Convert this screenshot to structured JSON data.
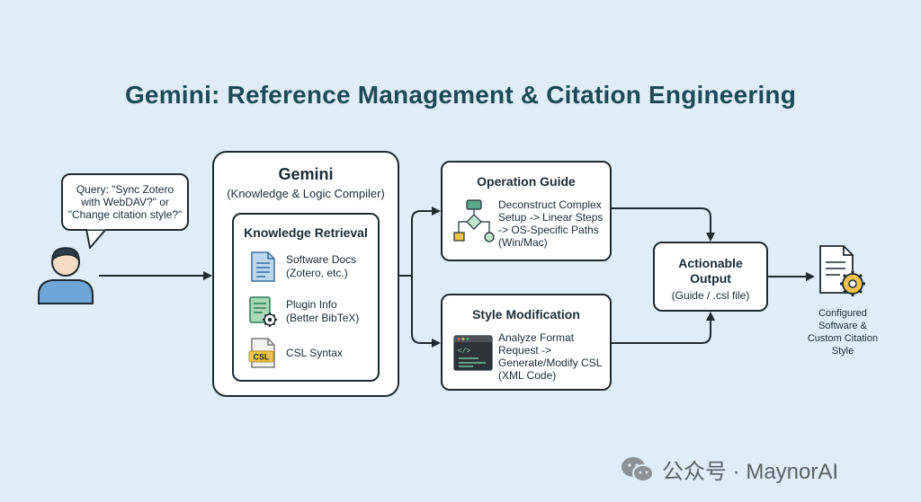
{
  "title": "Gemini: Reference Management & Citation Engineering",
  "user": {
    "query_lines": [
      "Query: \"Sync Zotero",
      "with WebDAV?\" or",
      "\"Change citation style?\""
    ]
  },
  "gemini": {
    "title": "Gemini",
    "subtitle": "(Knowledge & Logic Compiler)",
    "knowledge": {
      "title": "Knowledge Retrieval",
      "items": [
        {
          "lines": [
            "Software Docs",
            "(Zotero, etc.)"
          ],
          "icon": "document-icon"
        },
        {
          "lines": [
            "Plugin Info",
            "(Better BibTeX)"
          ],
          "icon": "plugin-gear-icon"
        },
        {
          "lines": [
            "CSL Syntax"
          ],
          "icon": "csl-file-icon",
          "icon_label": "CSL"
        }
      ]
    }
  },
  "operation_guide": {
    "title": "Operation Guide",
    "lines": [
      "Deconstruct Complex",
      "Setup -> Linear Steps",
      "-> OS-Specific Paths",
      "(Win/Mac)"
    ],
    "icon": "flowchart-icon"
  },
  "style_modification": {
    "title": "Style Modification",
    "lines": [
      "Analyze Format",
      "Request ->",
      "Generate/Modify CSL",
      "(XML Code)"
    ],
    "icon": "code-editor-icon",
    "icon_label": "</>"
  },
  "output": {
    "title_lines": [
      "Actionable",
      "Output"
    ],
    "subtitle": "(Guide / .csl file)"
  },
  "result": {
    "lines": [
      "Configured",
      "Software &",
      "Custom Citation",
      "Style"
    ],
    "icon": "document-gear-icon"
  },
  "watermark": {
    "text": "公众号 · MaynorAI",
    "icon": "wechat-icon"
  },
  "colors": {
    "background": "#deedf7",
    "title": "#1f4a55",
    "stroke": "#1f2a30",
    "accent_green": "#5aa98a",
    "accent_blue": "#6ea6d8"
  }
}
